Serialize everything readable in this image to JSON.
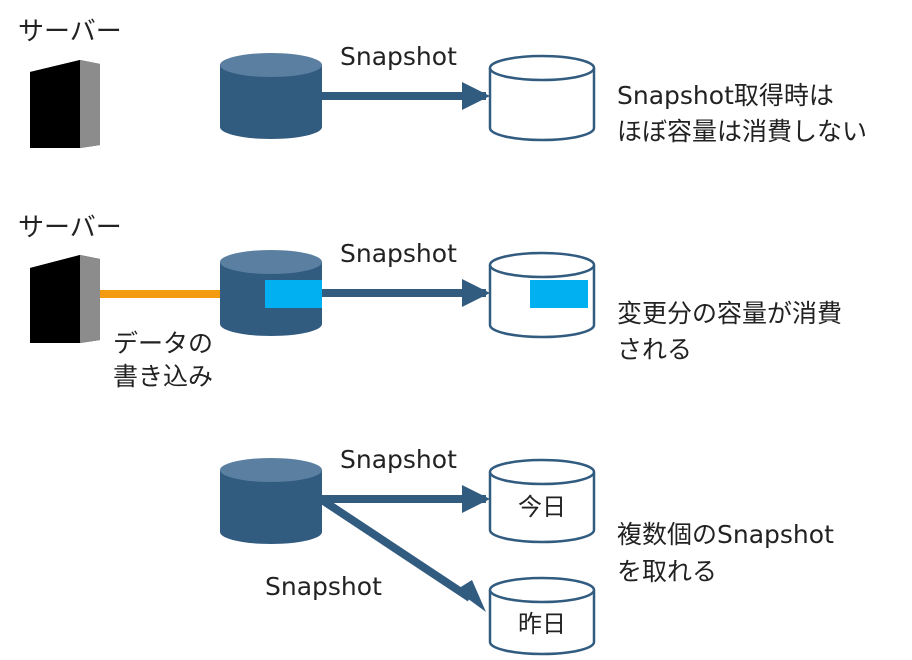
{
  "colors": {
    "cylinder_body": "#325b80",
    "cylinder_top": "#5b7fa0",
    "arrow": "#325b80",
    "write_arrow": "#f39c12",
    "changed_block": "#00b0f0",
    "server_front": "#000000",
    "server_side": "#8c8c8c",
    "text": "#222222"
  },
  "row1": {
    "server_label": "サーバー",
    "snapshot_label": "Snapshot",
    "note_line1": "Snapshot取得時は",
    "note_line2": "ほぼ容量は消費しない"
  },
  "row2": {
    "server_label": "サーバー",
    "snapshot_label": "Snapshot",
    "write_label_line1": "データの",
    "write_label_line2": "書き込み",
    "note_line1": "変更分の容量が消費",
    "note_line2": "される"
  },
  "row3": {
    "snapshot_label_top": "Snapshot",
    "snapshot_label_bottom": "Snapshot",
    "today_label": "今日",
    "yesterday_label": "昨日",
    "note_line1": "複数個のSnapshot",
    "note_line2": "を取れる"
  }
}
